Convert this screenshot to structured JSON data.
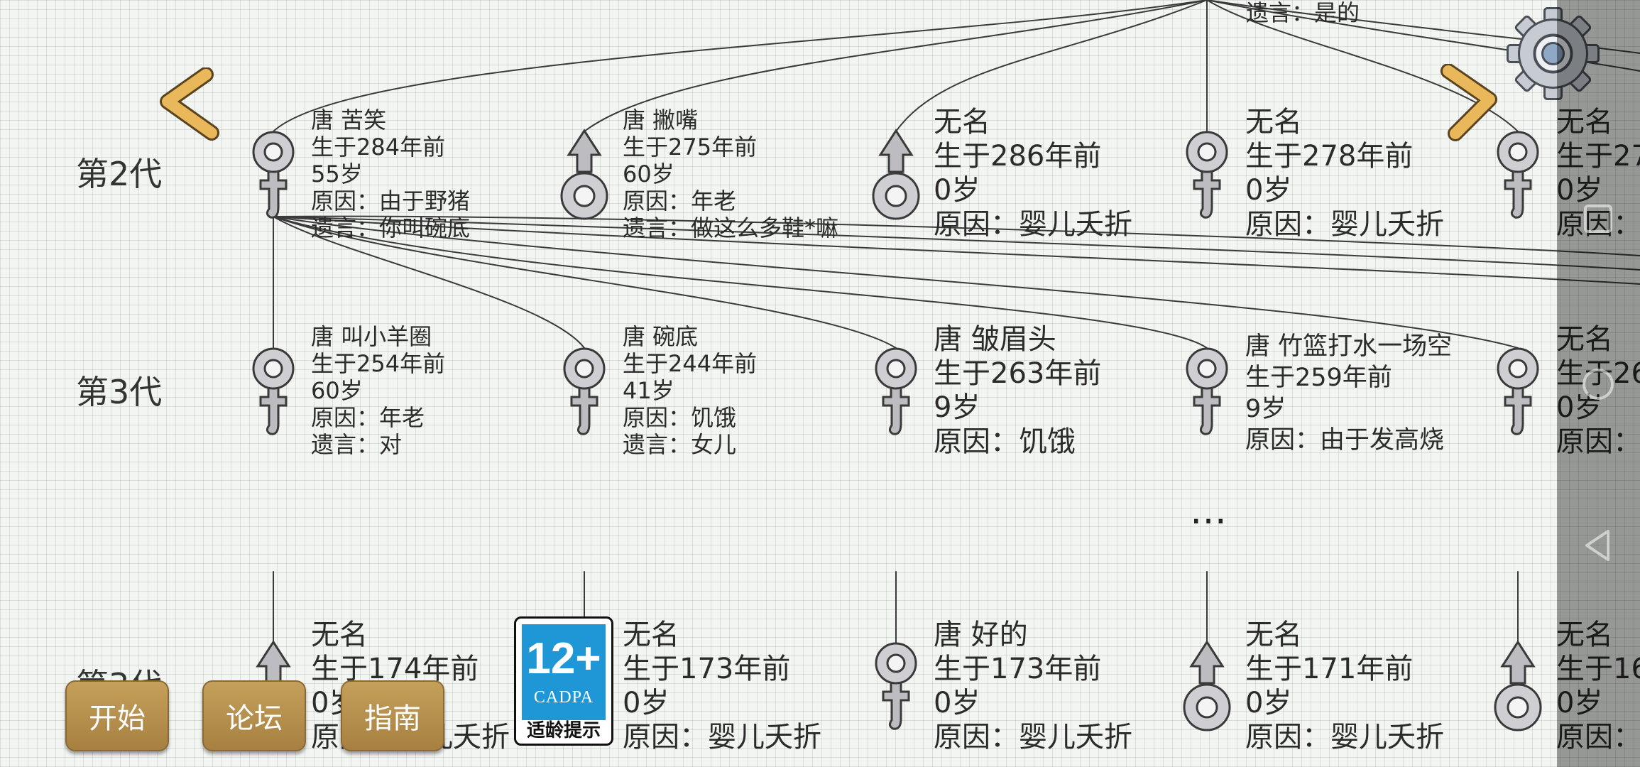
{
  "generations": [
    {
      "label": "第2代"
    },
    {
      "label": "第3代"
    },
    {
      "label": "第3代"
    }
  ],
  "persons": [
    {
      "gender": "female",
      "lines": [
        "唐 苦笑",
        "生于284年前",
        "55岁",
        "原因：由于野猪",
        "遗言：你叫碗底"
      ]
    },
    {
      "gender": "male",
      "lines": [
        "唐 撇嘴",
        "生于275年前",
        "60岁",
        "原因：年老",
        "遗言：做这么多鞋*嘛"
      ]
    },
    {
      "gender": "male",
      "lines": [
        "无名",
        "生于286年前",
        "0岁",
        "原因：婴儿夭折"
      ]
    },
    {
      "gender": "female",
      "lines": [
        "无名",
        "生于278年前",
        "0岁",
        "原因：婴儿夭折"
      ]
    },
    {
      "gender": "female",
      "lines": [
        "无名",
        "生于27",
        "0岁",
        "原因："
      ]
    },
    {
      "gender": "female",
      "lines": [
        "唐 叫小羊圈",
        "生于254年前",
        "60岁",
        "原因：年老",
        "遗言：对"
      ]
    },
    {
      "gender": "female",
      "lines": [
        "唐 碗底",
        "生于244年前",
        "41岁",
        "原因：饥饿",
        "遗言：女儿"
      ]
    },
    {
      "gender": "female",
      "lines": [
        "唐 皱眉头",
        "生于263年前",
        "9岁",
        "原因：饥饿"
      ]
    },
    {
      "gender": "female",
      "lines": [
        "唐 竹篮打水一场空",
        "生于259年前",
        "9岁",
        "原因：由于发高烧"
      ]
    },
    {
      "gender": "female",
      "lines": [
        "无名",
        "生于26",
        "0岁",
        "原因："
      ]
    },
    {
      "gender": "male",
      "lines": [
        "无名",
        "生于174年前",
        "0岁",
        "原因：婴儿夭折"
      ]
    },
    {
      "gender": "female",
      "lines": [
        "无名",
        "生于173年前",
        "0岁",
        "原因：婴儿夭折"
      ]
    },
    {
      "gender": "female",
      "lines": [
        "唐 好的",
        "生于173年前",
        "0岁",
        "原因：婴儿夭折"
      ]
    },
    {
      "gender": "male",
      "lines": [
        "无名",
        "生于171年前",
        "0岁",
        "原因：婴儿夭折"
      ]
    },
    {
      "gender": "male",
      "lines": [
        "无名",
        "生于16",
        "0岁",
        "原因："
      ]
    }
  ],
  "top_note": "遗言：是的",
  "ellipsis": "…",
  "buttons": {
    "start": "开始",
    "forum": "论坛",
    "guide": "指南"
  },
  "age_rating": {
    "number": "12+",
    "org": "CADPA",
    "tip": "适龄提示"
  },
  "icons": {
    "prev": "chevron-left-icon",
    "next": "chevron-right-icon",
    "settings": "gear-icon"
  },
  "colors": {
    "button": "#b8914d",
    "arrow": "#e8b85a",
    "rating_blue": "#1f97d6"
  }
}
